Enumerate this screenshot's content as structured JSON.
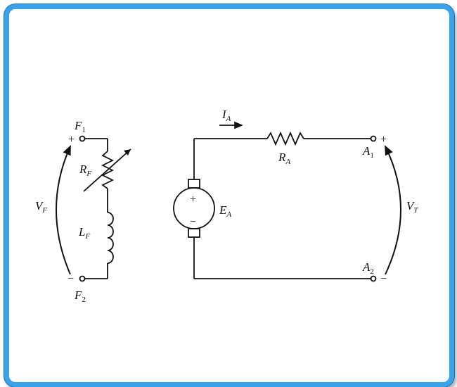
{
  "diagram": {
    "field_circuit": {
      "top_terminal": {
        "base": "F",
        "sub": "1",
        "polarity": "+"
      },
      "bottom_terminal": {
        "base": "F",
        "sub": "2",
        "polarity": "−"
      },
      "voltage": {
        "base": "V",
        "sub": "F"
      },
      "resistor": {
        "base": "R",
        "sub": "F"
      },
      "inductor": {
        "base": "L",
        "sub": "F"
      }
    },
    "armature_circuit": {
      "current": {
        "base": "I",
        "sub": "A"
      },
      "resistor": {
        "base": "R",
        "sub": "A"
      },
      "source": {
        "base": "E",
        "sub": "A",
        "plus": "+",
        "minus": "−"
      },
      "top_terminal": {
        "base": "A",
        "sub": "1",
        "polarity": "+"
      },
      "bottom_terminal": {
        "base": "A",
        "sub": "2",
        "polarity": "−"
      },
      "voltage": {
        "base": "V",
        "sub": "T"
      }
    }
  },
  "colors": {
    "frame": "#3aa2ea",
    "frame_edge": "#1d6fb0",
    "ink": "#111111"
  }
}
